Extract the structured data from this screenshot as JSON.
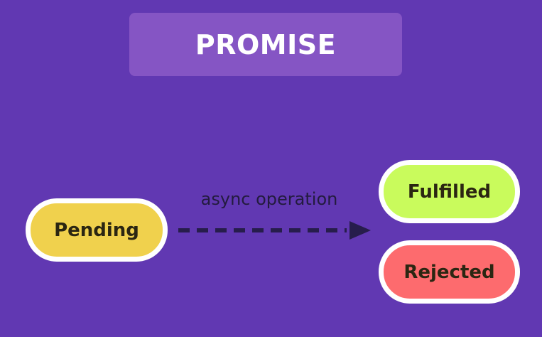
{
  "title": "PROMISE",
  "states": {
    "pending": "Pending",
    "fulfilled": "Fulfilled",
    "rejected": "Rejected"
  },
  "edge": {
    "label": "async operation"
  }
}
